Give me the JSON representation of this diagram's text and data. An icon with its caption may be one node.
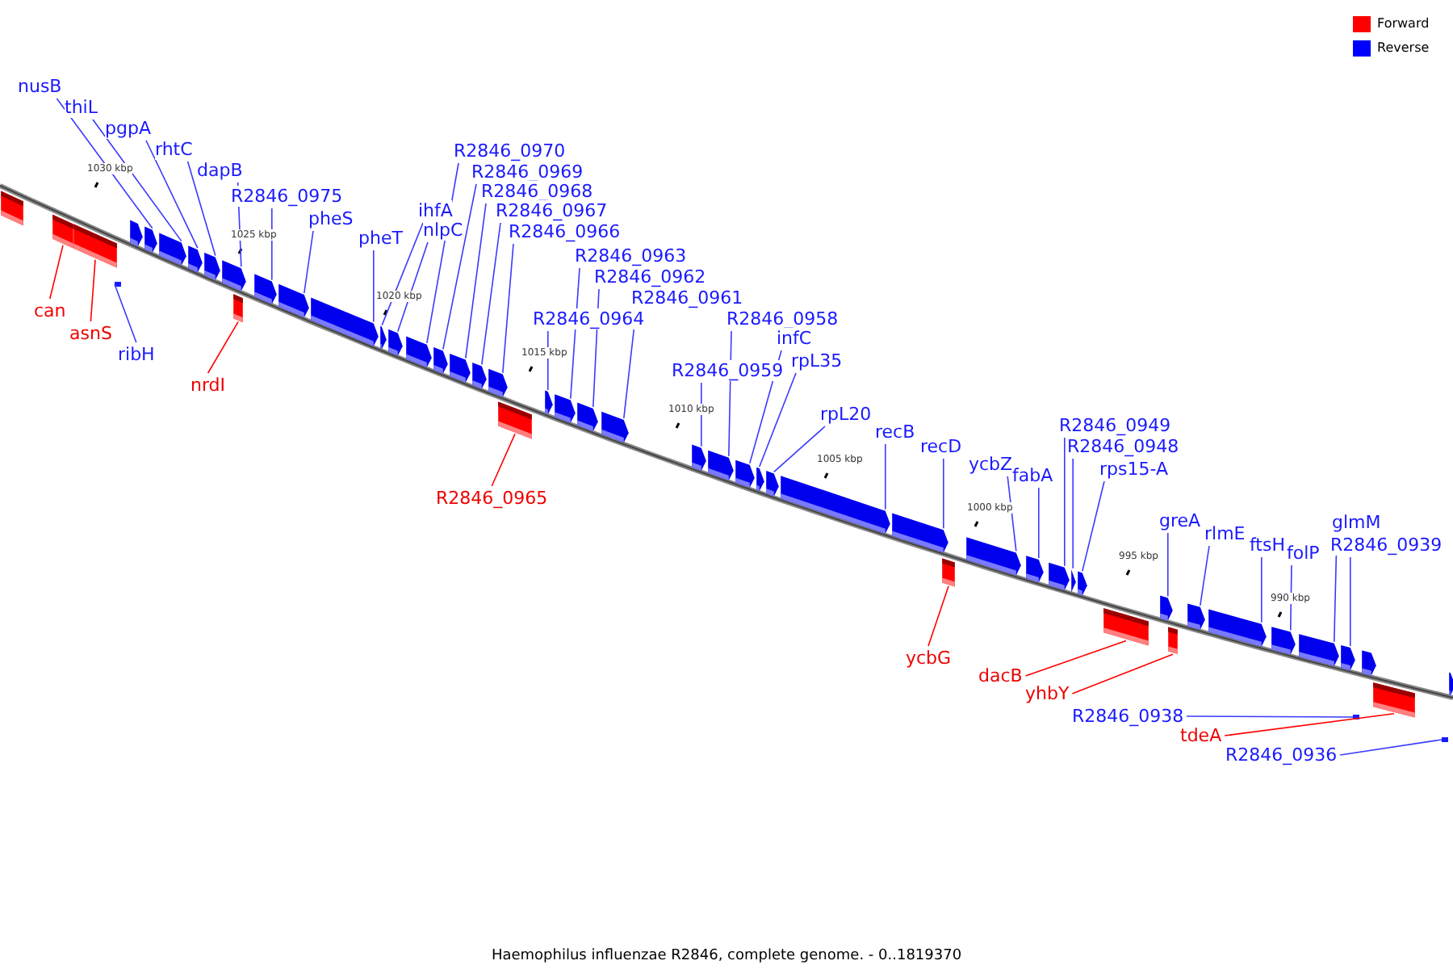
{
  "diagram": {
    "caption": "Haemophilus influenzae R2846, complete genome. - 0..1819370",
    "nodes": [
      {
        "text": [
          "nusB"
        ]
      },
      {
        "text": [],
        "shape": "bar"
      },
      {
        "text": [
          "thiL"
        ]
      },
      {
        "text": [],
        "shape": "bar"
      },
      {
        "text": [
          "pgpA"
        ]
      },
      {
        "text": [],
        "shape": "bar"
      },
      {
        "text": [
          "rhtC"
        ]
      },
      {
        "text": [],
        "shape": "bar"
      },
      {
        "text": [
          "dapB"
        ]
      },
      {
        "text": [],
        "shape": "bar"
      },
      {
        "text": [
          "R2846_0975"
        ]
      },
      {
        "text": [],
        "shape": "bar"
      },
      {
        "text": [
          "pheS"
        ]
      },
      {
        "text": [],
        "shape": "bar"
      },
      {
        "text": [
          "pheT"
        ]
      },
      {
        "text": [],
        "shape": "bar"
      },
      {
        "text": [
          "ihfA"
        ]
      },
      {
        "text": [],
        "shape": "bar"
      },
      {
        "text": [
          "nlpC"
        ]
      },
      {
        "text": [],
        "shape": "bar"
      },
      {
        "text": [
          "R2846_0970"
        ]
      },
      {
        "text": [],
        "shape": "bar"
      },
      {
        "text": [
          "R2846_0969"
        ]
      },
      {
        "text": [],
        "shape": "bar"
      },
      {
        "text": [
          "R2846_0968"
        ]
      },
      {
        "text": [],
        "shape": "bar"
      },
      {
        "text": [
          "R2846_0967"
        ]
      },
      {
        "text": [],
        "shape": "bar"
      },
      {
        "text": [
          "R2846_0966"
        ]
      },
      {
        "text": [],
        "shape": "bar"
      },
      {
        "text": [
          "R2846_0963"
        ]
      },
      {
        "text": [],
        "shape": "bar"
      },
      {
        "text": [
          "R2846_0962"
        ]
      },
      {
        "text": [],
        "shape": "bar"
      },
      {
        "text": [
          "R2846_0961"
        ]
      },
      {
        "text": [],
        "shape": "bar"
      },
      {
        "text": [
          "R2846_0964"
        ]
      },
      {
        "text": [],
        "shape": "bar"
      },
      {
        "text": [
          "R2846_0958"
        ]
      },
      {
        "text": [],
        "shape": "bar"
      },
      {
        "text": [
          "infC"
        ]
      },
      {
        "text": [],
        "shape": "bar"
      },
      {
        "text": [
          "rpL35"
        ]
      },
      {
        "text": [],
        "shape": "bar"
      },
      {
        "text": [
          "R2846_0959"
        ]
      },
      {
        "text": [],
        "shape": "bar"
      },
      {
        "text": [
          "rpL20"
        ]
      },
      {
        "text": [],
        "shape": "bar"
      },
      {
        "text": [
          "recB"
        ]
      },
      {
        "text": [],
        "shape": "bar"
      },
      {
        "text": [
          "recD"
        ]
      },
      {
        "text": [],
        "shape": "bar"
      },
      {
        "text": [
          "ycbZ"
        ]
      },
      {
        "text": [],
        "shape": "bar"
      },
      {
        "text": [
          "fabA"
        ]
      },
      {
        "text": [],
        "shape": "bar"
      },
      {
        "text": [
          "R2846_0949"
        ]
      },
      {
        "text": [],
        "shape": "bar"
      },
      {
        "text": [
          "R2846_0948"
        ]
      },
      {
        "text": [],
        "shape": "bar"
      },
      {
        "text": [
          "rps15-A"
        ]
      },
      {
        "text": [],
        "shape": "bar"
      },
      {
        "text": [
          "greA"
        ]
      },
      {
        "text": [],
        "shape": "bar"
      },
      {
        "text": [
          "rlmE"
        ]
      },
      {
        "text": [],
        "shape": "bar"
      },
      {
        "text": [
          "ftsH"
        ]
      },
      {
        "text": [],
        "shape": "bar"
      },
      {
        "text": [
          "folP"
        ]
      },
      {
        "text": [],
        "shape": "bar"
      },
      {
        "text": [
          "glmM"
        ]
      },
      {
        "text": [],
        "shape": "bar"
      },
      {
        "text": [
          "R2846_0939"
        ]
      },
      {
        "text": [],
        "shape": "bar"
      },
      {
        "text": [
          "can"
        ]
      },
      {
        "text": [],
        "shape": "bar"
      },
      {
        "text": [
          "asnS"
        ]
      },
      {
        "text": [],
        "shape": "bar"
      },
      {
        "text": [
          "ribH"
        ]
      },
      {
        "text": [],
        "shape": "bar"
      },
      {
        "text": [
          "nrdI"
        ]
      },
      {
        "text": [],
        "shape": "bar"
      },
      {
        "text": [
          "R2846_0965"
        ]
      },
      {
        "text": [],
        "shape": "bar"
      },
      {
        "text": [
          "ycbG"
        ]
      },
      {
        "text": [],
        "shape": "bar"
      },
      {
        "text": [
          "dacB"
        ]
      },
      {
        "text": [],
        "shape": "bar"
      },
      {
        "text": [
          "yhbY"
        ]
      },
      {
        "text": [],
        "shape": "bar"
      },
      {
        "text": [
          "R2846_0938"
        ]
      },
      {
        "text": [],
        "shape": "bar"
      },
      {
        "text": [
          "tdeA"
        ]
      },
      {
        "text": [],
        "shape": "bar"
      },
      {
        "text": [
          "R2846_0936"
        ]
      },
      {
        "text": [],
        "shape": "bar"
      },
      {
        "text": [],
        "shape": "bar"
      },
      {
        "text": [],
        "shape": "bar"
      },
      {
        "text": [],
        "shape": "bar"
      },
      {
        "text": [],
        "shape": "bar"
      }
    ],
    "edges": [
      {
        "from": 0,
        "to": 1,
        "arrow": "none"
      },
      {
        "from": 2,
        "to": 3,
        "arrow": "none"
      },
      {
        "from": 4,
        "to": 5,
        "arrow": "none"
      },
      {
        "from": 6,
        "to": 7,
        "arrow": "none"
      },
      {
        "from": 8,
        "to": 9,
        "arrow": "none"
      },
      {
        "from": 10,
        "to": 11,
        "arrow": "none"
      },
      {
        "from": 12,
        "to": 13,
        "arrow": "none"
      },
      {
        "from": 14,
        "to": 15,
        "arrow": "none"
      },
      {
        "from": 16,
        "to": 17,
        "arrow": "none"
      },
      {
        "from": 18,
        "to": 19,
        "arrow": "none"
      },
      {
        "from": 20,
        "to": 21,
        "arrow": "none"
      },
      {
        "from": 22,
        "to": 23,
        "arrow": "none"
      },
      {
        "from": 24,
        "to": 25,
        "arrow": "none"
      },
      {
        "from": 26,
        "to": 27,
        "arrow": "none"
      },
      {
        "from": 28,
        "to": 29,
        "arrow": "none"
      },
      {
        "from": 30,
        "to": 31,
        "arrow": "none"
      },
      {
        "from": 32,
        "to": 33,
        "arrow": "none"
      },
      {
        "from": 34,
        "to": 35,
        "arrow": "none"
      },
      {
        "from": 36,
        "to": 37,
        "arrow": "none"
      },
      {
        "from": 38,
        "to": 39,
        "arrow": "none"
      },
      {
        "from": 40,
        "to": 41,
        "arrow": "none"
      },
      {
        "from": 42,
        "to": 43,
        "arrow": "none"
      },
      {
        "from": 44,
        "to": 45,
        "arrow": "none"
      },
      {
        "from": 46,
        "to": 47,
        "arrow": "none"
      },
      {
        "from": 48,
        "to": 49,
        "arrow": "none"
      },
      {
        "from": 50,
        "to": 51,
        "arrow": "none"
      },
      {
        "from": 52,
        "to": 53,
        "arrow": "none"
      },
      {
        "from": 54,
        "to": 55,
        "arrow": "none"
      },
      {
        "from": 56,
        "to": 57,
        "arrow": "none"
      },
      {
        "from": 58,
        "to": 59,
        "arrow": "none"
      },
      {
        "from": 60,
        "to": 61,
        "arrow": "none"
      },
      {
        "from": 62,
        "to": 63,
        "arrow": "none"
      },
      {
        "from": 64,
        "to": 65,
        "arrow": "none"
      },
      {
        "from": 66,
        "to": 67,
        "arrow": "none"
      },
      {
        "from": 68,
        "to": 69,
        "arrow": "none"
      },
      {
        "from": 70,
        "to": 71,
        "arrow": "none"
      },
      {
        "from": 72,
        "to": 73,
        "arrow": "none"
      },
      {
        "from": 74,
        "to": 75,
        "arrow": "none",
        "color": "#ff0000"
      },
      {
        "from": 76,
        "to": 77,
        "arrow": "none",
        "color": "#ff0000"
      },
      {
        "from": 78,
        "to": 79,
        "arrow": "none"
      },
      {
        "from": 80,
        "to": 81,
        "arrow": "none",
        "color": "#ff0000"
      },
      {
        "from": 82,
        "to": 83,
        "arrow": "none",
        "color": "#ff0000"
      },
      {
        "from": 84,
        "to": 85,
        "arrow": "none",
        "color": "#ff0000"
      },
      {
        "from": 86,
        "to": 87,
        "arrow": "none",
        "color": "#ff0000"
      },
      {
        "from": 88,
        "to": 89,
        "arrow": "none",
        "color": "#ff0000"
      },
      {
        "from": 90,
        "to": 91,
        "arrow": "none"
      },
      {
        "from": 92,
        "to": 93,
        "arrow": "none",
        "color": "#ff0000"
      },
      {
        "from": 94,
        "to": 95,
        "arrow": "none"
      }
    ],
    "labels": [
      "1030 kbp",
      "1025 kbp",
      "1020 kbp",
      "1015 kbp",
      "1010 kbp",
      "1005 kbp",
      "1000 kbp",
      "995 kbp",
      "990 kbp"
    ],
    "legend": [
      {
        "text": "Forward",
        "color": "#ff0000"
      },
      {
        "text": "Reverse",
        "color": "#0000ff"
      }
    ]
  }
}
